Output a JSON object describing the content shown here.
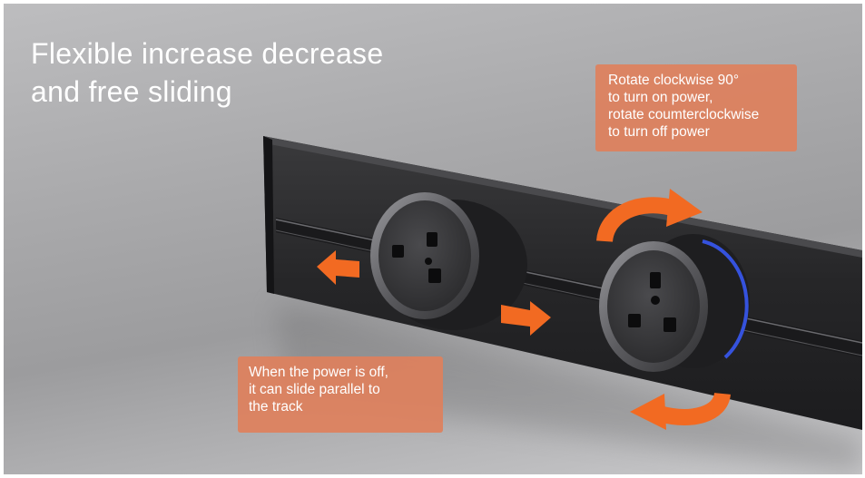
{
  "headline": {
    "line1": "Flexible increase decrease",
    "line2": "and free sliding"
  },
  "callouts": {
    "rotate": {
      "lines": [
        "Rotate clockwise 90°",
        "to turn on power,",
        "rotate coumterclockwise",
        "to turn off power"
      ]
    },
    "slide": {
      "lines": [
        "When the power is off,",
        "it can slide parallel to",
        "the track"
      ]
    }
  },
  "colors": {
    "accent_orange": "#f26a22",
    "callout_bg": "#de805c",
    "track_body": "#2a2a2c",
    "socket_face": "#3a3a3c",
    "indicator_ring": "#3a5cff"
  },
  "icons": {
    "slide_left": "arrow-left-icon",
    "slide_right": "arrow-right-icon",
    "rotate_clockwise": "curved-arrow-clockwise-icon",
    "rotate_counterclockwise": "curved-arrow-counterclockwise-icon"
  }
}
